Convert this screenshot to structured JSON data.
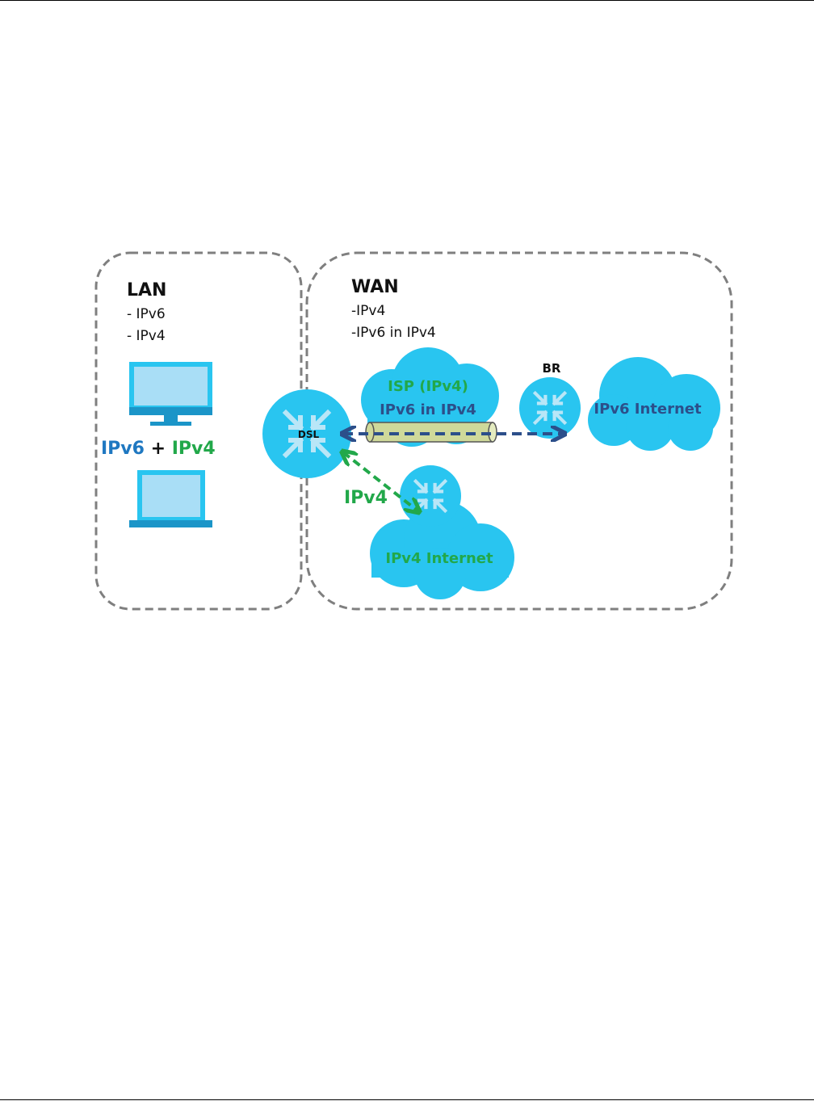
{
  "lan": {
    "title": "LAN",
    "items": [
      "- IPv6",
      "- IPv4"
    ],
    "protocol_ipv6": "IPv6",
    "protocol_plus": " + ",
    "protocol_ipv4": "IPv4"
  },
  "wan": {
    "title": "WAN",
    "items": [
      "-IPv4",
      "-IPv6 in IPv4"
    ]
  },
  "nodes": {
    "dsl_label": "DSL",
    "br_label": "BR",
    "isp_title": "ISP (IPv4)",
    "isp_subtitle": "IPv6 in IPv4",
    "ipv6_internet": "IPv6 Internet",
    "ipv4_internet": "IPv4 Internet",
    "ipv4_link": "IPv4"
  },
  "colors": {
    "cloud": "#29c5f0",
    "ipv6_blue": "#1f78c1",
    "ipv4_green": "#22a84a",
    "dark_blue": "#2c4f8a",
    "tunnel": "#cfd99a",
    "border_gray": "#7f7f7f"
  }
}
